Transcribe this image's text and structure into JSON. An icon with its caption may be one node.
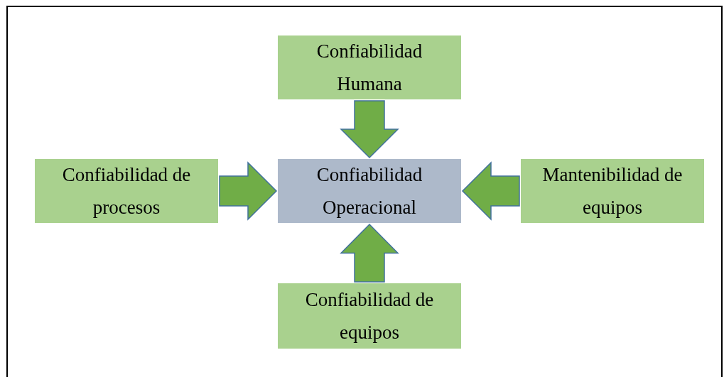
{
  "diagram": {
    "nodes": [
      {
        "text": [
          "Confiabilidad Humana"
        ]
      },
      {
        "text": [
          "Confiabilidad de procesos"
        ]
      },
      {
        "text": [
          "Confiabilidad Operacional"
        ]
      },
      {
        "text": [
          "Mantenibilidad de equipos"
        ]
      },
      {
        "text": [
          "Confiabilidad de equipos"
        ]
      }
    ],
    "edges": [
      {
        "from": 0,
        "to": 2,
        "arrow": "to"
      },
      {
        "from": 1,
        "to": 2,
        "arrow": "to"
      },
      {
        "from": 3,
        "to": 2,
        "arrow": "to"
      },
      {
        "from": 4,
        "to": 2,
        "arrow": "to"
      }
    ]
  }
}
